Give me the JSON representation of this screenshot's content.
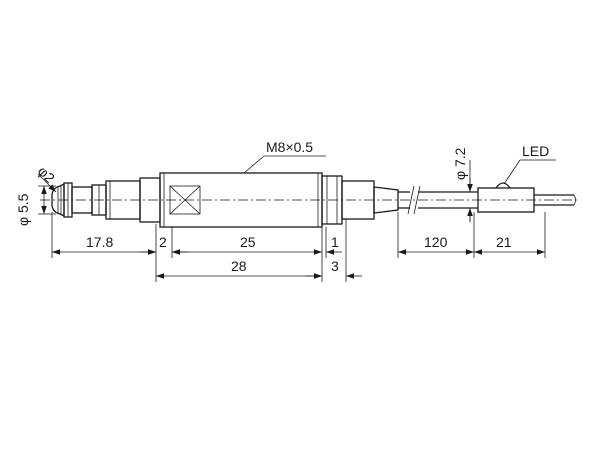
{
  "labels": {
    "thread": "M8×0.5",
    "led": "LED",
    "dia_left": "φ 5.5",
    "dia_tip": "φ2",
    "dia_cable": "φ 7.2"
  },
  "dimensions": {
    "d_17_8": "17.8",
    "d_2": "2",
    "d_25": "25",
    "d_1": "1",
    "d_28": "28",
    "d_3": "3",
    "d_120": "120",
    "d_21": "21"
  }
}
